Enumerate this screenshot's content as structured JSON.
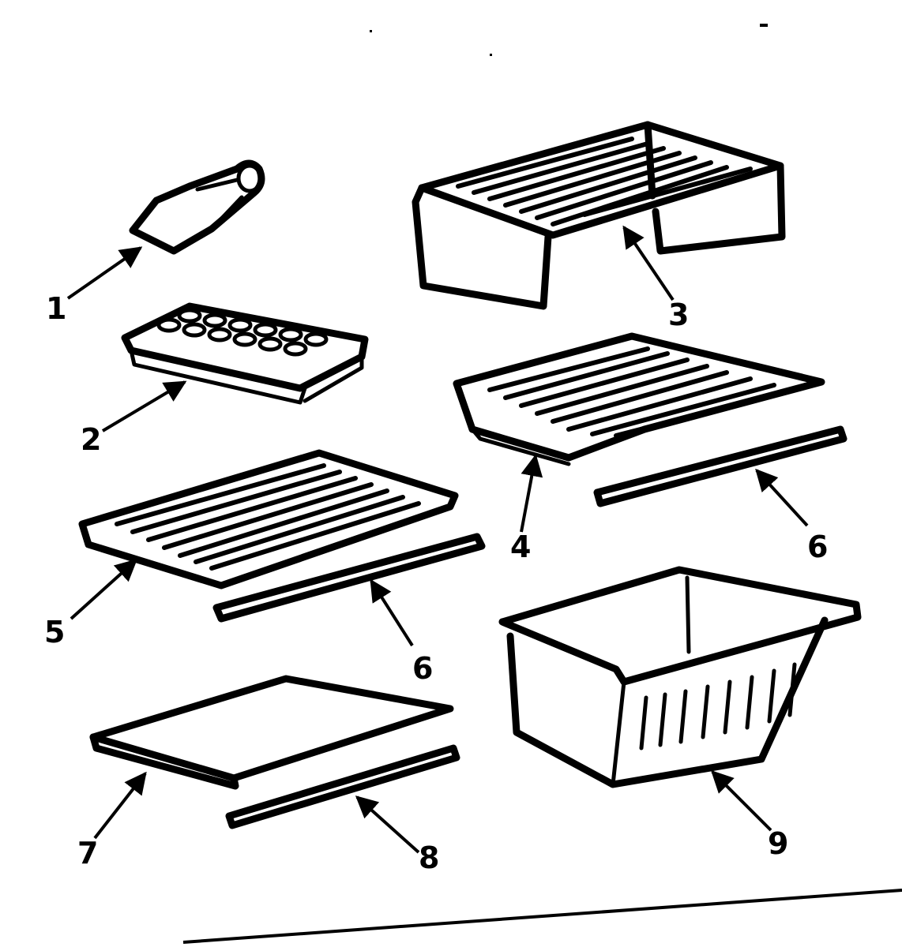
{
  "callouts": [
    {
      "id": "1",
      "label": "1"
    },
    {
      "id": "2",
      "label": "2"
    },
    {
      "id": "3",
      "label": "3"
    },
    {
      "id": "4",
      "label": "4"
    },
    {
      "id": "5",
      "label": "5"
    },
    {
      "id": "6",
      "label": "6"
    },
    {
      "id": "6b",
      "label": "6"
    },
    {
      "id": "7",
      "label": "7"
    },
    {
      "id": "8",
      "label": "8"
    },
    {
      "id": "9",
      "label": "9"
    }
  ],
  "colors": {
    "ink": "#000000",
    "paper": "#ffffff"
  }
}
